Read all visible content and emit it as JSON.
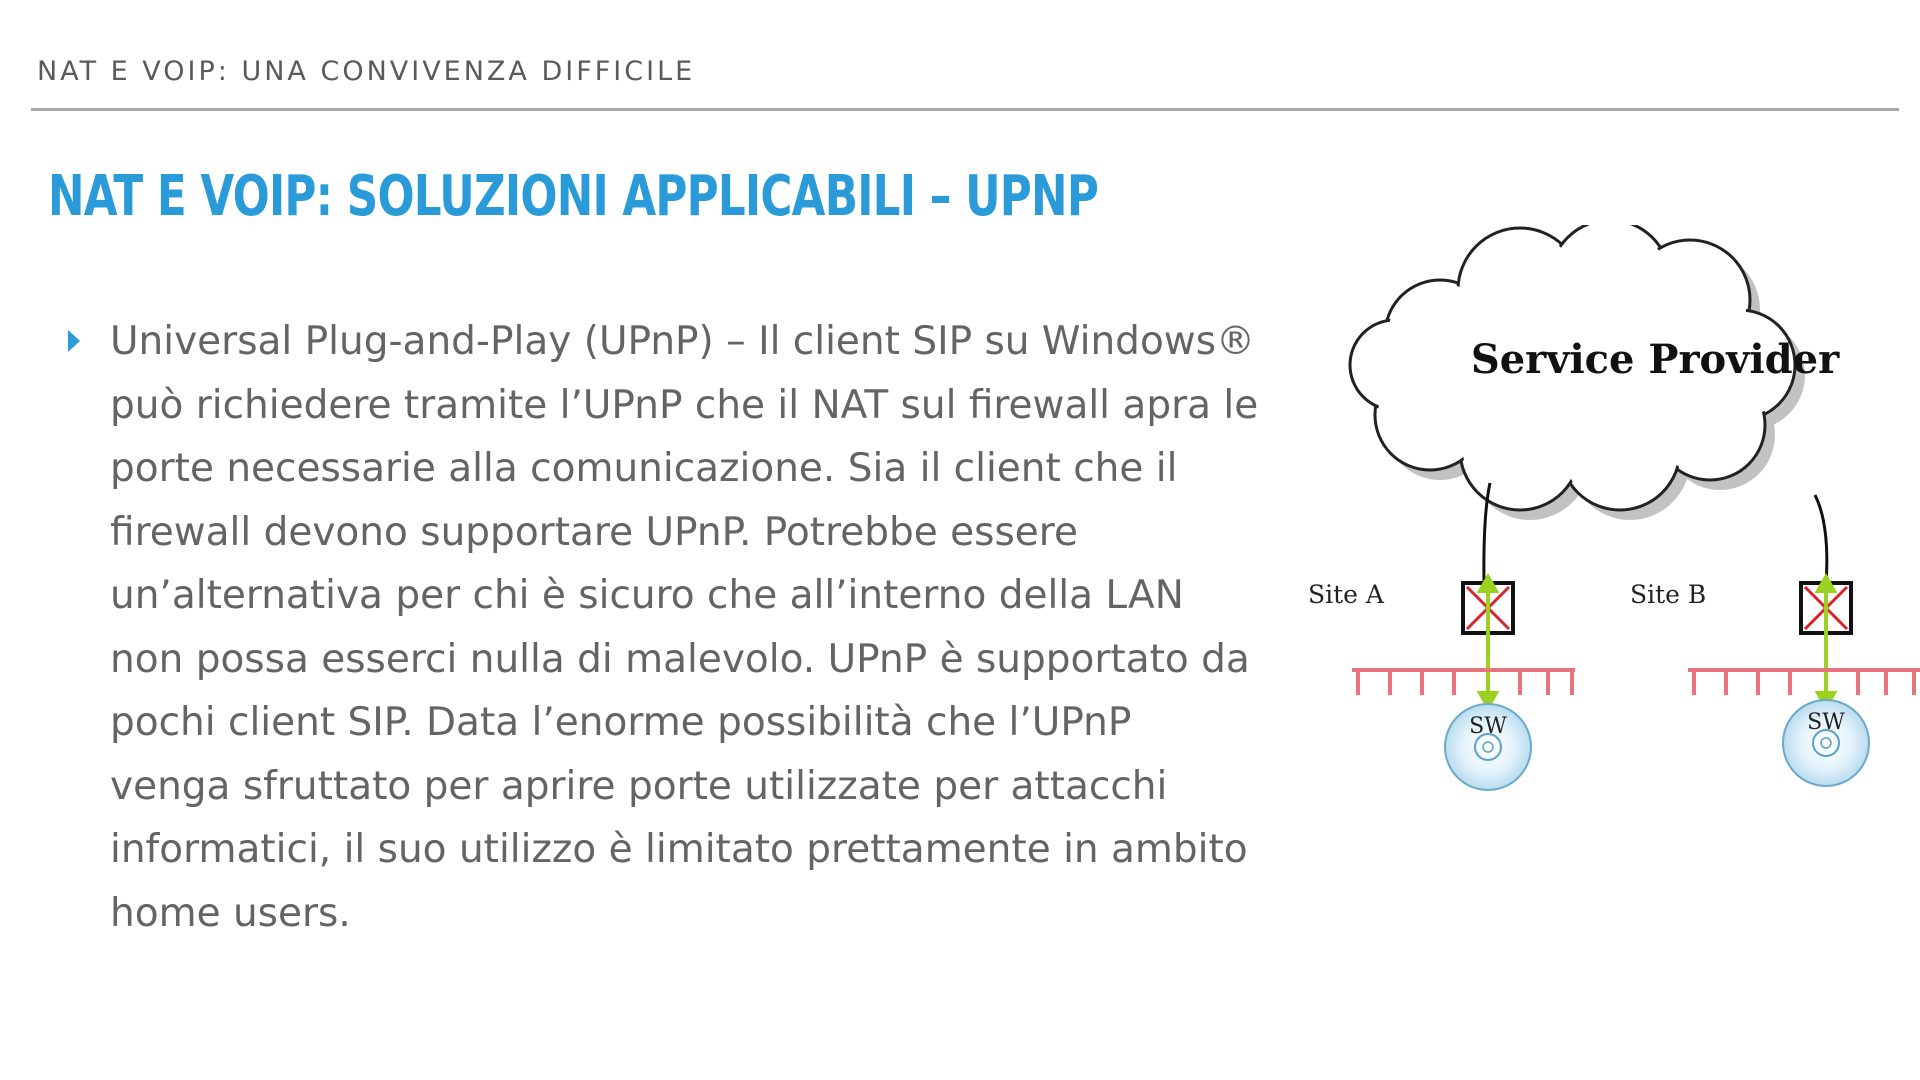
{
  "header": {
    "text": "NAT E VOIP: UNA CONVIVENZA DIFFICILE"
  },
  "slide": {
    "title": "NAT E VOIP: SOLUZIONI APPLICABILI – UPNP",
    "bullet": "Universal Plug-and-Play (UPnP) – Il client SIP su Windows® può richiedere tramite l’UPnP che il NAT sul firewall apra le porte necessarie alla comunicazione. Sia il client che il firewall devono supportare UPnP. Potrebbe essere un’alternativa per chi è sicuro che all’interno della LAN non possa esserci nulla di malevolo. UPnP è supportato da pochi client SIP. Data l’enorme possibilità che l’UPnP venga sfruttato per aprire porte utilizzate per attacchi informatici, il suo utilizzo è limitato prettamente in ambito home users."
  },
  "diagram": {
    "cloud_label": "Service Provider",
    "site_a_label": "Site A",
    "site_b_label": "Site B",
    "sw_a_label": "SW",
    "sw_b_label": "SW",
    "colors": {
      "lan": "#e8737a",
      "arrow": "#9ad21f",
      "firewall": "#d8232a",
      "disc": "#cfe8f5"
    }
  }
}
